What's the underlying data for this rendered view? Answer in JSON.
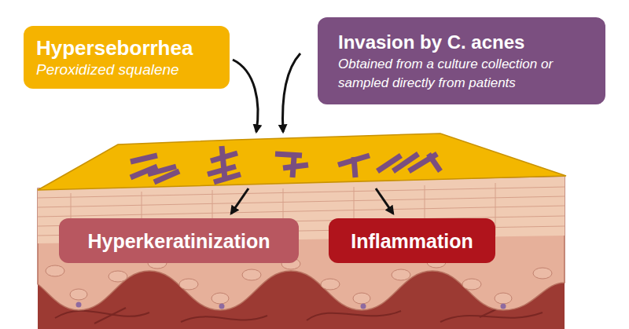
{
  "diagram": {
    "nodes": [
      {
        "text": [
          "Hyperseborrhea",
          "Peroxidized squalene"
        ]
      },
      {
        "text": [
          "Invasion by C. acnes",
          "Obtained from a culture collection or sampled directly from patients"
        ]
      },
      {
        "text": [
          "Hyperkeratinization"
        ]
      },
      {
        "text": [
          "Inflammation"
        ]
      }
    ]
  }
}
